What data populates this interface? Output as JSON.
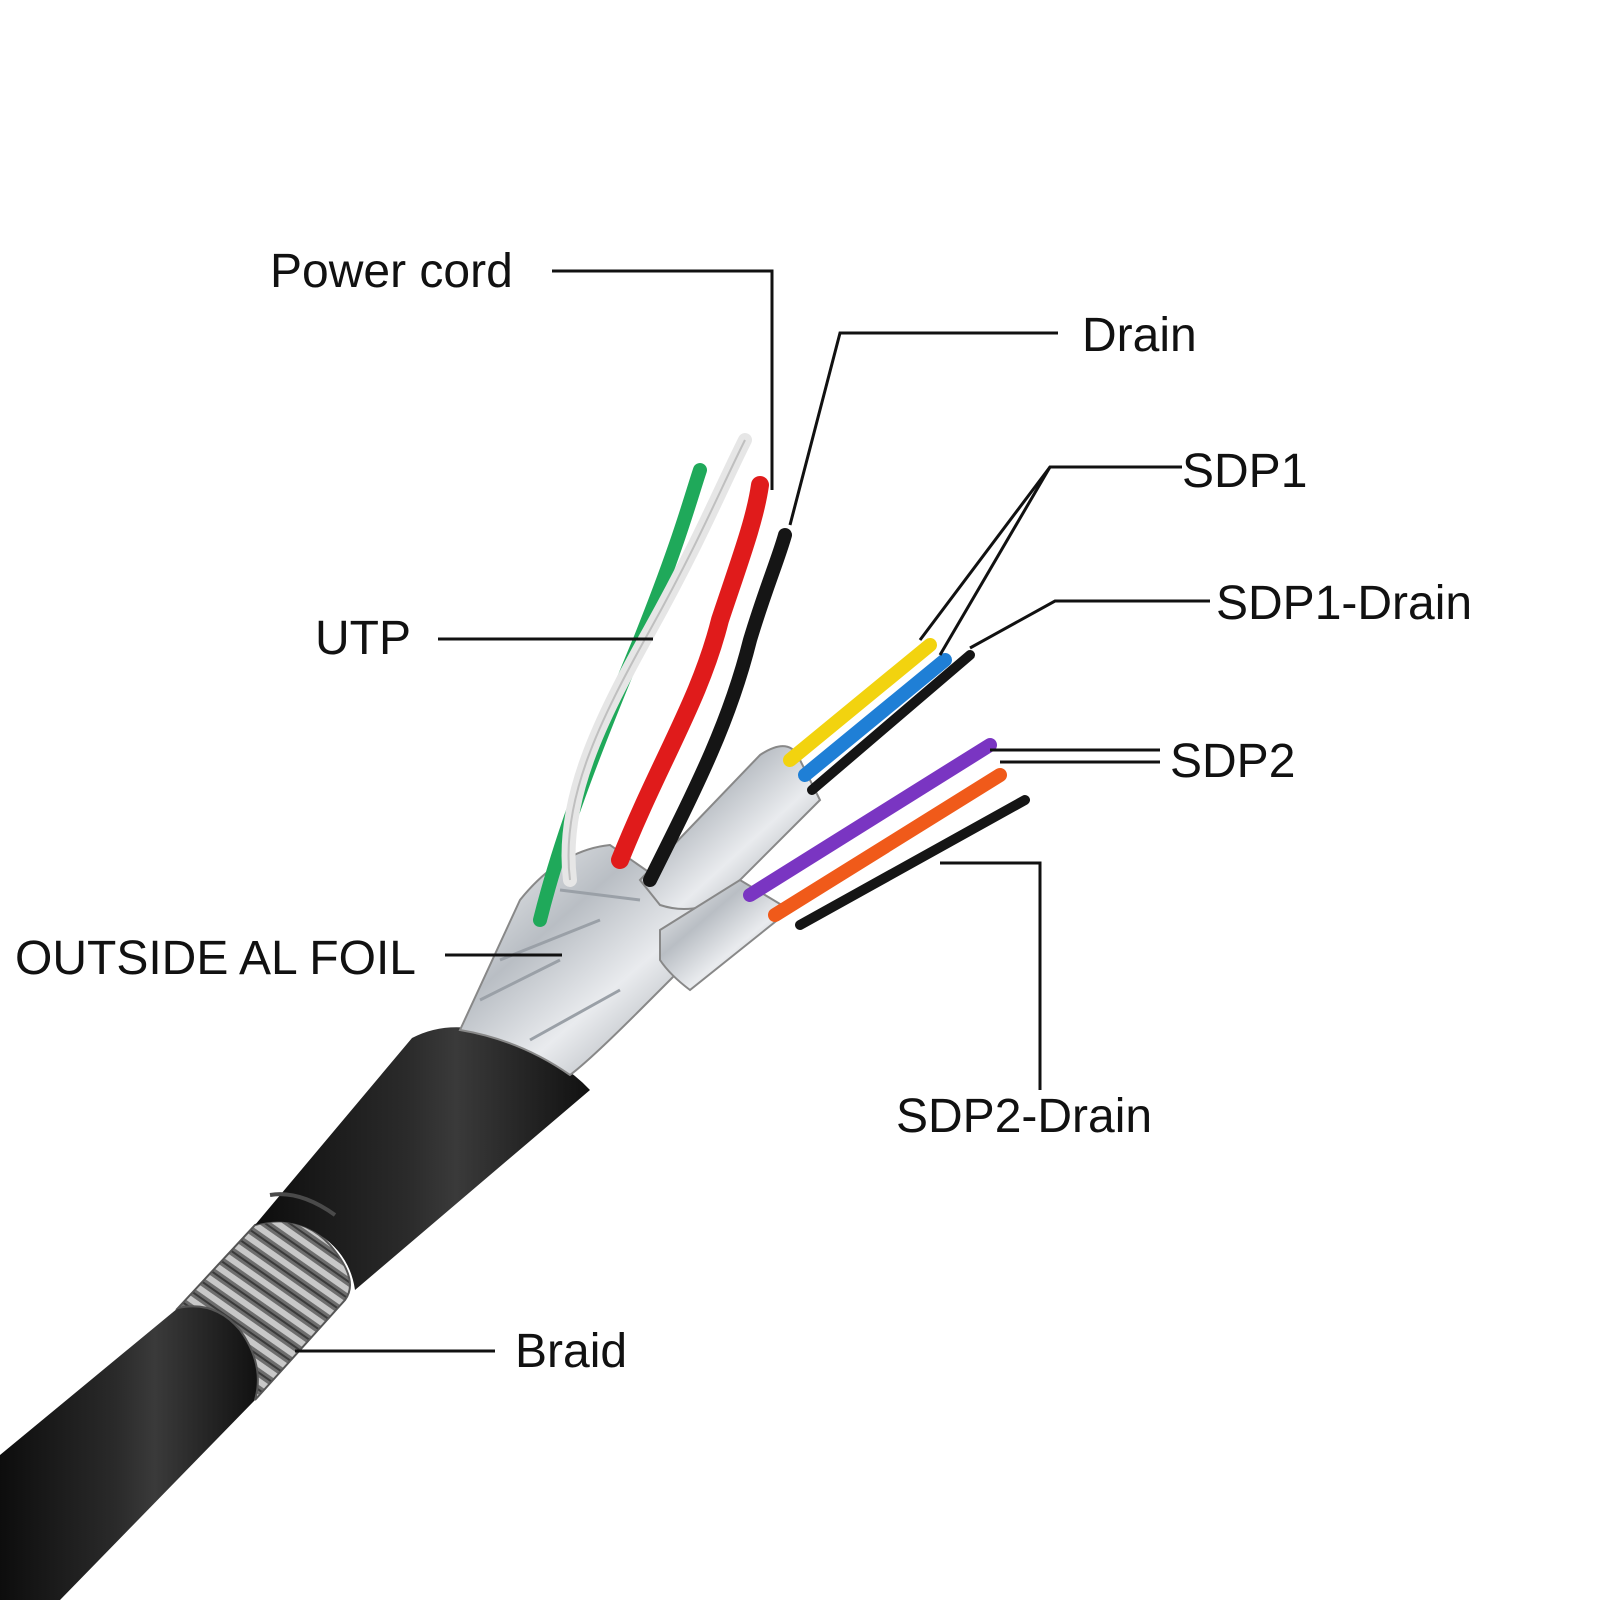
{
  "diagram": {
    "labels": {
      "power_cord": "Power cord",
      "drain": "Drain",
      "sdp1": "SDP1",
      "sdp1_drain": "SDP1-Drain",
      "utp": "UTP",
      "sdp2": "SDP2",
      "outside_al_foil": "OUTSIDE AL FOIL",
      "sdp2_drain": "SDP2-Drain",
      "braid": "Braid"
    },
    "colors": {
      "background": "#ffffff",
      "text": "#111111",
      "leader_line": "#111111",
      "jacket": "#1c1c1c",
      "wire_green": "#1fa95a",
      "wire_white": "#e6e6e6",
      "wire_red": "#e01b1b",
      "wire_black": "#151515",
      "wire_yellow": "#f2d30f",
      "wire_blue": "#1f7fd6",
      "wire_purple": "#7a35c2",
      "wire_orange": "#f05a1a",
      "foil": "#c9cdd2",
      "braid": "#9a9a9a"
    }
  }
}
